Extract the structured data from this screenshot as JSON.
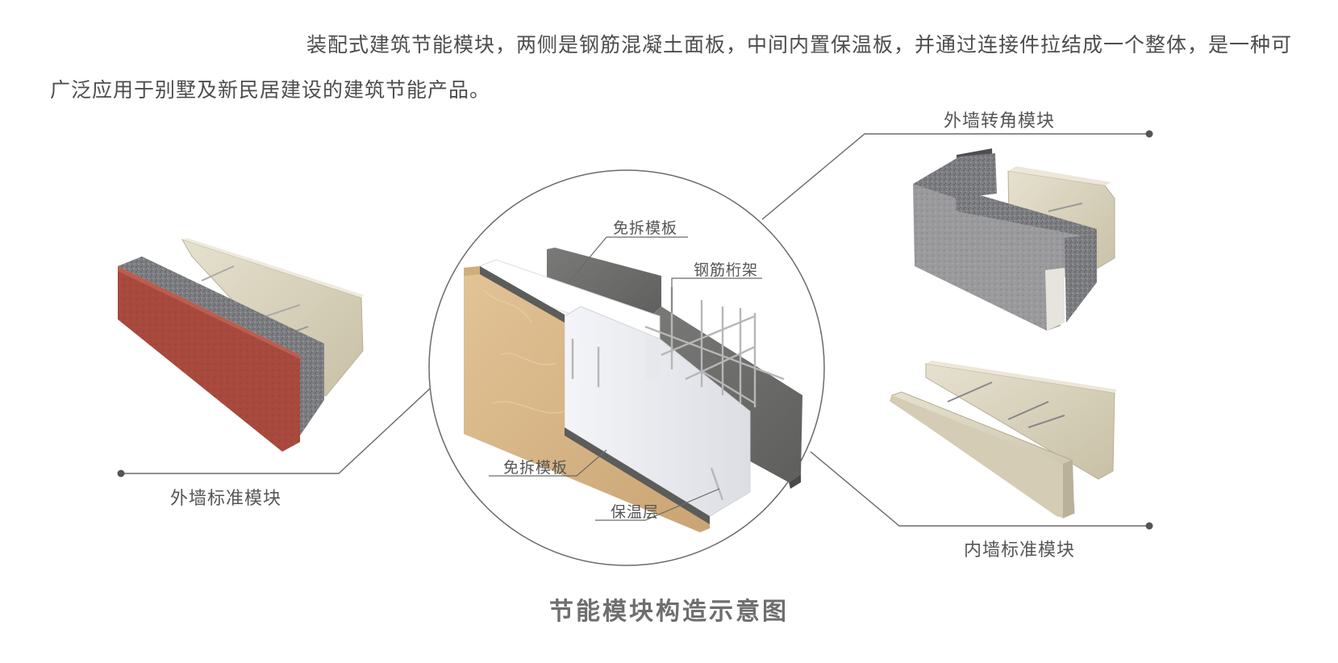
{
  "intro": {
    "text": "装配式建筑节能模块，两侧是钢筋混凝土面板，中间内置保温板，并通过连接件拉结成一个整体，是一种可广泛应用于别墅及新民居建设的建筑节能产品。"
  },
  "labels": {
    "exterior_standard": "外墙标准模块",
    "exterior_corner": "外墙转角模块",
    "interior_standard": "内墙标准模块"
  },
  "callouts": {
    "formwork_top": "免拆模板",
    "steel_truss": "钢筋桁架",
    "formwork_bottom": "免拆模板",
    "insulation": "保温层"
  },
  "caption": "节能模块构造示意图",
  "colors": {
    "line": "#6a6a6a",
    "terracotta": "#a8493e",
    "concrete": "#8f8f92",
    "board": "#d9d2bd",
    "tan_panel": "#d8b586",
    "foam": "#ecedf1"
  }
}
